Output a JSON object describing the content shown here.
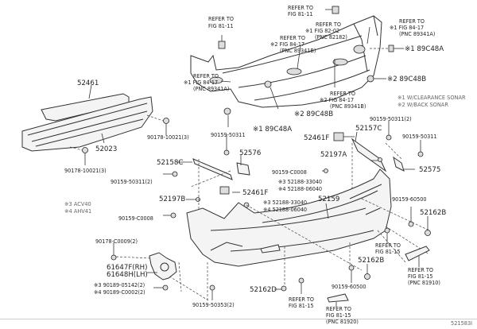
{
  "diagram": {
    "figure_code": "521583I",
    "notes": {
      "n1": "※1 W/CLEARANCE SONAR",
      "n2": "※2 W/BACK SONAR",
      "n3": "※3 ACV40",
      "n4": "※4 AHV41"
    },
    "refs": {
      "r_81_11_a": [
        "REFER TO",
        "FIG 81-11"
      ],
      "r_81_11_b": [
        "REFER TO",
        "FIG 81-11"
      ],
      "r_82_02": [
        "REFER TO",
        "※1 FIG 82-02",
        "(PNC 82182)"
      ],
      "r_84_17_b_top": [
        "REFER TO",
        "※2 FIG 84-17",
        "(PNC 89341B)"
      ],
      "r_84_17_a_right": [
        "REFER TO",
        "※1 FIG 84-17",
        "(PNC 89341A)"
      ],
      "r_84_17_a_left": [
        "REFER TO",
        "※1 FIG 84-17",
        "(PNC 89341A)"
      ],
      "r_84_17_b_mid": [
        "REFER TO",
        "※2 FIG 84-17",
        "(PNC 89341B)"
      ],
      "r_81_15_right": [
        "REFER TO",
        "FIG 81-15"
      ],
      "r_81_15_pnc81910": [
        "REFER TO",
        "FIG 81-15",
        "(PNC 81910)"
      ],
      "r_81_15_bottom": [
        "REFER TO",
        "FIG 81-15"
      ],
      "r_81_15_pnc81920": [
        "REFER TO",
        "FIG 81-15",
        "(PNC 81920)"
      ]
    },
    "parts": {
      "p89c48a_right": "※1 89C48A",
      "p89c48b_right": "※2 89C48B",
      "p89c48b_mid": "※2 89C48B",
      "p89c48a_mid": "※1 89C48A",
      "p52461": "52461",
      "p52023": "52023",
      "p90178_10021_a": "90178-10021(3)",
      "p90178_10021_b": "90178-10021(3)",
      "p90159_50311_top": "90159-50311",
      "p52576": "52576",
      "p52158c": "52158C",
      "p90159_50311_2_left": "90159-50311(2)",
      "p52197b": "52197B",
      "p52461f_left": "52461F",
      "p90159_c0008_left": "90159-C0008",
      "p52461f_right": "52461F",
      "p52197a": "52197A",
      "p90159_c0008_right": "90159-C0008",
      "p52188_33040_a": "※3 52188-33040",
      "p52188_06040_a": "※4 52188-06040",
      "p52188_33040_b": "※3 52188-33040",
      "p52188_06040_b": "※4 52188-06040",
      "p52159": "52159",
      "p90159_50311_2_right": "90159-50311(2)",
      "p52157c": "52157C",
      "p90159_50311_right": "90159-50311",
      "p52575": "52575",
      "p90159_60500_right": "90159-60500",
      "p52162b_right": "52162B",
      "p52162b_mid": "52162B",
      "p90159_60500_mid": "90159-60500",
      "p52162d": "52162D",
      "p90178_c0009": "90178-C0009(2)",
      "p61647f": "61647F(RH)",
      "p61648h": "61648H(LH)",
      "p90189_05142": "※3 90189-05142(2)",
      "p90189_c0002": "※4 90189-C0002(2)",
      "p90159_50353": "90159-50353(2)"
    }
  }
}
